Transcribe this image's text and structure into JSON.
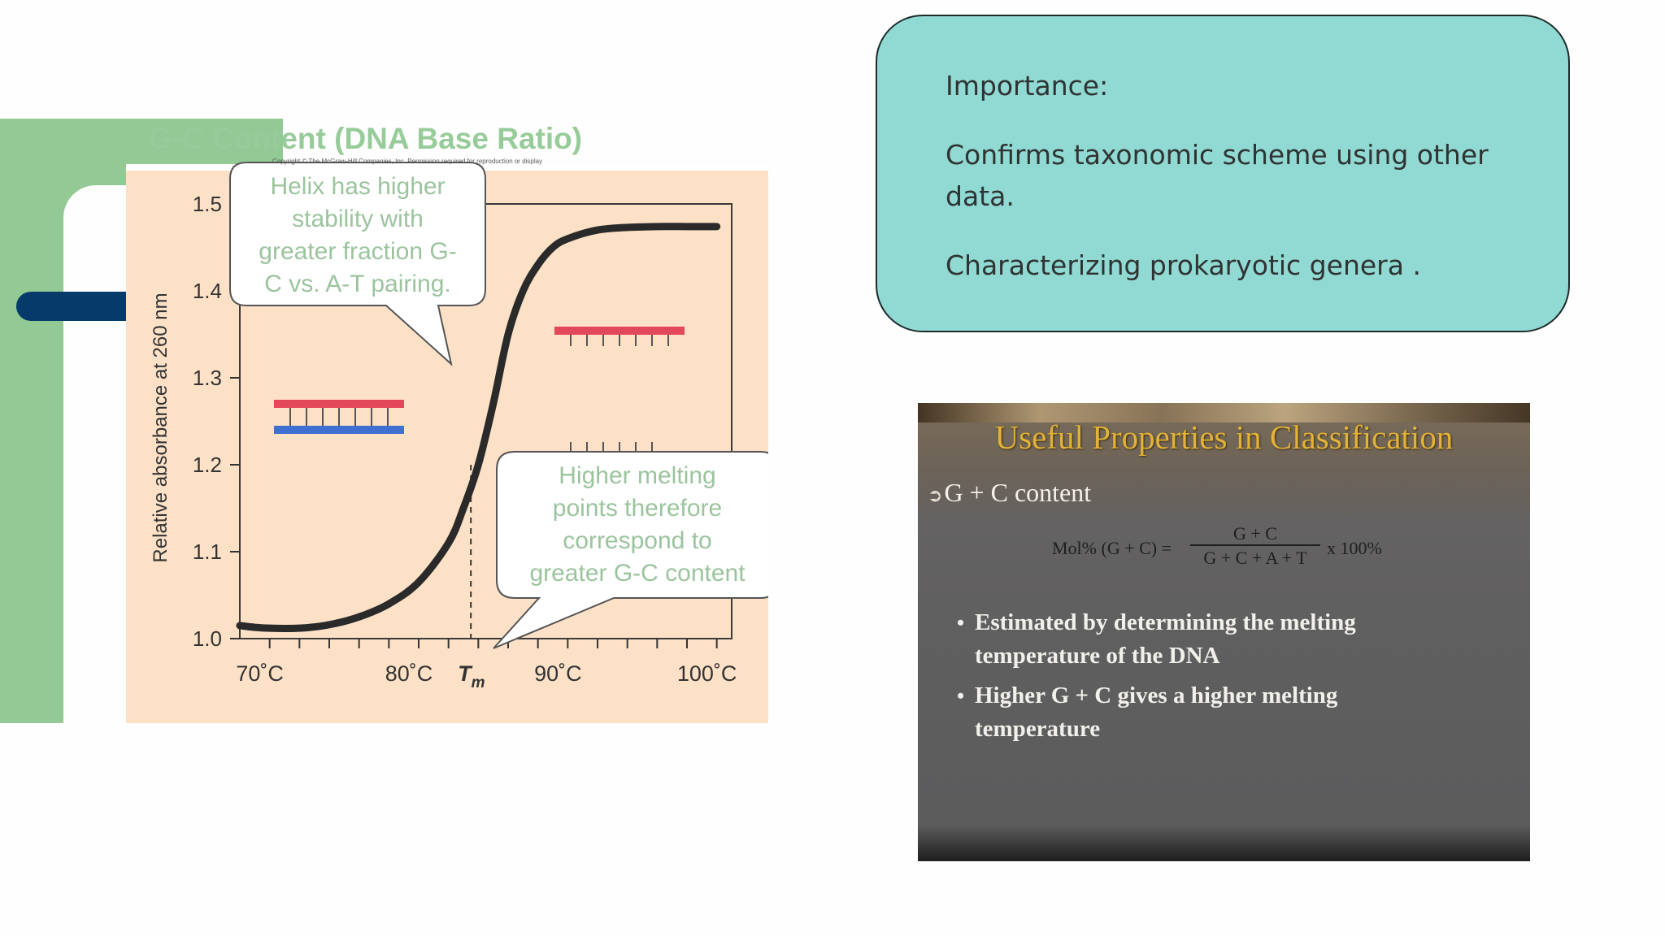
{
  "left_chart": {
    "title": "G-C Content (DNA Base Ratio)",
    "copyright_note": "Copyright © The McGraw-Hill Companies, Inc. Permission required for reproduction or display",
    "ylabel": "Relative absorbance at 260 nm",
    "x_tick_labels": [
      "70˚C",
      "80˚C",
      "90˚C",
      "100˚C"
    ],
    "tm_label": "T",
    "tm_subscript": "m",
    "callout_top": [
      "Helix has higher",
      "stability with",
      "greater fraction G-",
      "C vs. A-T pairing."
    ],
    "callout_bottom": [
      "Higher melting",
      "points therefore",
      "correspond to",
      "greater G-C content"
    ],
    "colors": {
      "title": "#97cc9a",
      "panel": "#fde1c7",
      "strand_red": "#e2475a",
      "strand_blue": "#3f6fd0",
      "curve": "#2a2a2a"
    }
  },
  "chart_data": {
    "type": "line",
    "title": "G-C Content (DNA Base Ratio)",
    "xlabel": "",
    "ylabel": "Relative absorbance at 260 nm",
    "xlim": [
      68,
      101
    ],
    "ylim": [
      1.0,
      1.5
    ],
    "y_ticks": [
      1.0,
      1.1,
      1.2,
      1.3,
      1.4,
      1.5
    ],
    "x_ticks": [
      70,
      80,
      90,
      100
    ],
    "series": [
      {
        "x": [
          68,
          69,
          70,
          72,
          74,
          76,
          78,
          80,
          82,
          83,
          84,
          85,
          86,
          87,
          88,
          89,
          90,
          92,
          94,
          96,
          98,
          100
        ],
        "values": [
          1.015,
          1.013,
          1.012,
          1.012,
          1.016,
          1.025,
          1.04,
          1.065,
          1.11,
          1.15,
          1.2,
          1.27,
          1.35,
          1.4,
          1.43,
          1.45,
          1.46,
          1.47,
          1.473,
          1.474,
          1.474,
          1.474
        ]
      }
    ],
    "tm_x": 83.5
  },
  "importance": {
    "heading": "Importance:",
    "line1": "Confirms taxonomic scheme using other data.",
    "line2": "Characterizing prokaryotic genera ."
  },
  "slide_image": {
    "title": "Useful Properties in Classification",
    "arrow_glyph": "➲",
    "bullet_main": "G + C content",
    "formula_lhs": "Mol% (G + C) =",
    "formula_num": "G + C",
    "formula_den": "G + C + A + T",
    "formula_rhs": "x 100%",
    "bullets": [
      [
        "Estimated by determining the melting",
        "temperature of the DNA"
      ],
      [
        "Higher G + C gives a higher melting",
        "temperature"
      ]
    ]
  }
}
